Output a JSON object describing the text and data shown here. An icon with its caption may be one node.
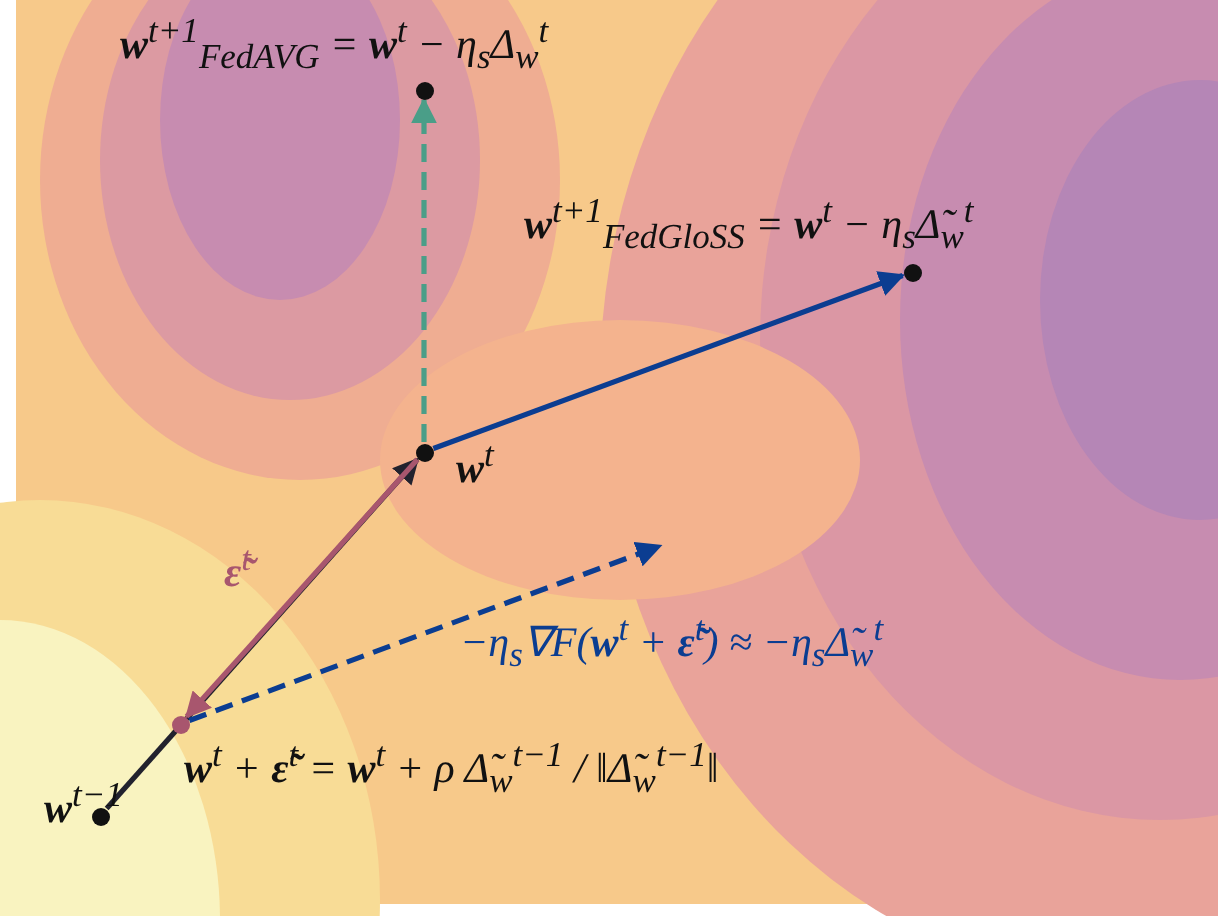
{
  "diagram": {
    "nodes": [
      {
        "text": [],
        "shape": "circle",
        "beside": [
          "**w**$^{t−1}$"
        ]
      },
      {
        "text": [],
        "shape": "circle",
        "beside": [
          "**w**$^{t}$ + **ε̃**$^{t}$ = **w**$^{t}$ + ρ Δ̃$_{w}$$^{t−1}$ / ‖Δ̃$_{w}$$^{t−1}$‖"
        ]
      },
      {
        "text": [],
        "shape": "circle",
        "beside": [
          "**w**$^{t}$"
        ]
      },
      {
        "text": [],
        "shape": "circle",
        "beside": [
          "**w**$^{t+1}$$_{FedAVG}$ = **w**$^{t}$ − η$_{s}$Δ$_{w}$$^{t}$"
        ]
      },
      {
        "text": [],
        "shape": "circle",
        "beside": [
          "**w**$^{t+1}$$_{FedGloSS}$ = **w**$^{t}$ − η$_{s}$Δ̃$_{w}$$^{t}$"
        ]
      }
    ],
    "edges": [
      {
        "from": 0,
        "to": 2,
        "arrow": "to",
        "color": "#22222e"
      },
      {
        "from": 2,
        "to": 1,
        "arrow": "to",
        "label": "**ε̃**$^{t}$",
        "color": "#a8566e"
      },
      {
        "from": 1,
        "to": null,
        "arrow": "to",
        "style": "dashed",
        "label": "−η$_{s}$∇F(**w**$^{t}$ + **ε̃**$^{t}$) ≈ −η$_{s}$Δ̃$_{w}$$^{t}$"
      },
      {
        "from": 2,
        "to": 3,
        "arrow": "to",
        "style": "dashed",
        "color": "#4a9e88"
      },
      {
        "from": 2,
        "to": 4,
        "arrow": "to"
      }
    ]
  }
}
